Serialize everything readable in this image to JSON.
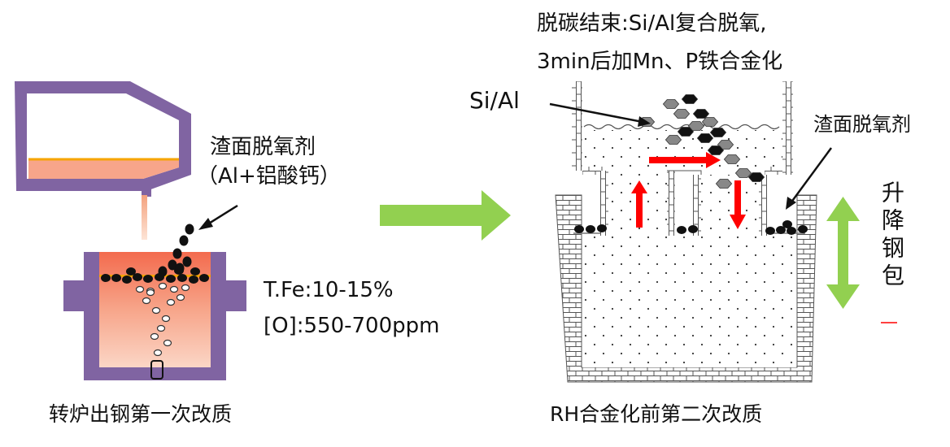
{
  "left": {
    "deoxidizer_label_line1": "渣面脱氧剂",
    "deoxidizer_label_line2": "（Al+铝酸钙）",
    "composition_line1": "T.Fe:10-15%",
    "composition_line2": "[O]:550-700ppm",
    "caption": "转炉出钢第一次改质"
  },
  "right": {
    "top_line1": "脱碳结束:Si/Al复合脱氧,",
    "top_line2": "3min后加Mn、P铁合金化",
    "sial_label": "Si/Al",
    "deoxidizer_label": "渣面脱氧剂",
    "lift_label": "升降钢包",
    "caption": "RH合金化前第二次改质"
  },
  "colors": {
    "converter": "#8064a2",
    "steel": "#f7a58a",
    "arrow_green": "#92d050",
    "flow_red": "#ff0000",
    "ladle_outline": "#555555"
  }
}
